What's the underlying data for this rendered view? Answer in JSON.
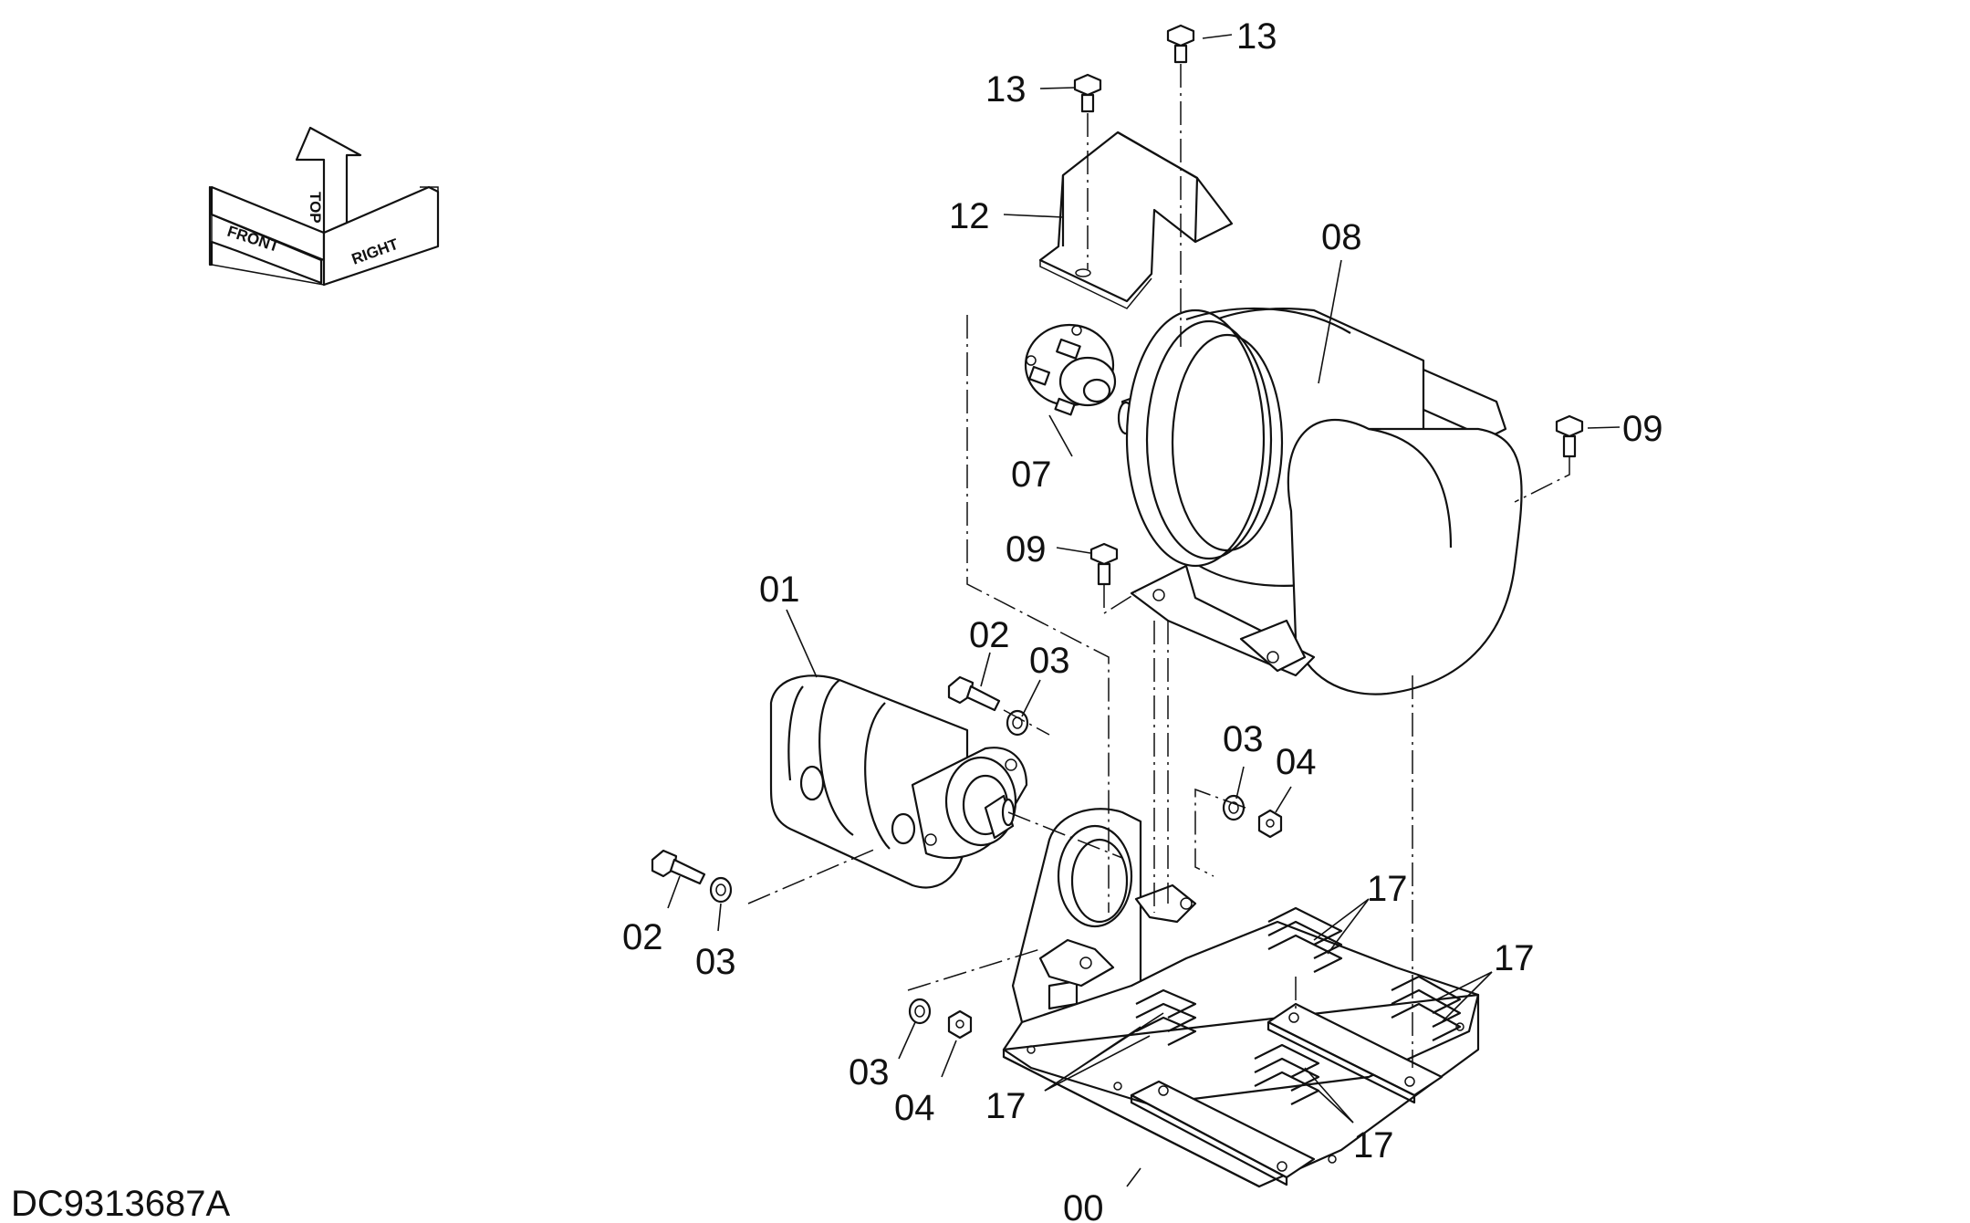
{
  "drawing_id": "DC9313687A",
  "orientation_arrows": {
    "front": "FRONT",
    "top": "TOP",
    "right": "RIGHT"
  },
  "callouts": {
    "c13_a": "13",
    "c13_b": "13",
    "c12": "12",
    "c08": "08",
    "c09_right": "09",
    "c07": "07",
    "c09_left": "09",
    "c01": "01",
    "c02_top": "02",
    "c03_top": "03",
    "c03_mid": "03",
    "c04_mid": "04",
    "c02_left": "02",
    "c03_left": "03",
    "c17_a": "17",
    "c17_b": "17",
    "c03_bottom": "03",
    "c04_bottom": "04",
    "c17_c": "17",
    "c17_d": "17",
    "c00": "00"
  }
}
